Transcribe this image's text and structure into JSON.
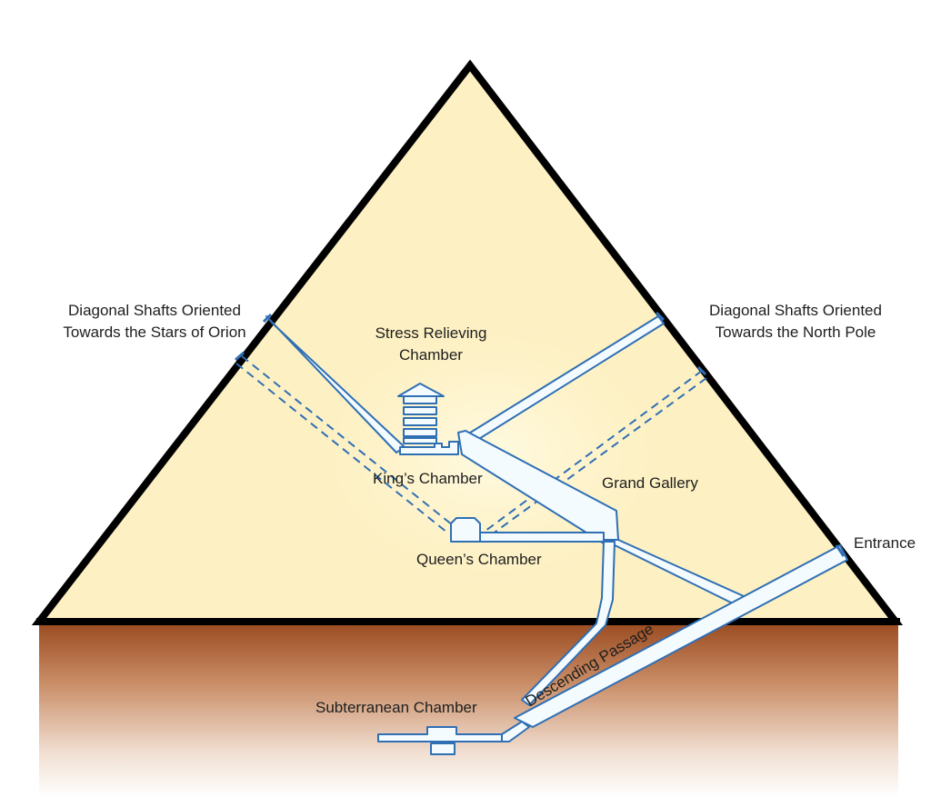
{
  "labels": {
    "orion_shafts": [
      "Diagonal Shafts Oriented",
      "Towards the Stars of Orion"
    ],
    "north_shafts": [
      "Diagonal Shafts Oriented",
      "Towards the North Pole"
    ],
    "stress_chamber": [
      "Stress Relieving",
      "Chamber"
    ],
    "kings_chamber": "King’s Chamber",
    "grand_gallery": "Grand Gallery",
    "queens_chamber": "Queen’s Chamber",
    "entrance": "Entrance",
    "subterranean_chamber": "Subterranean Chamber",
    "descending_passage": "Descending Passage"
  },
  "colors": {
    "pyramid_fill": "#fdf0c2",
    "pyramid_glow": "#fff9d8",
    "pyramid_outline": "#000000",
    "ground_top": "#9a4a1f",
    "ground_bottom": "#ffffff",
    "passage_fill": "#f4fbff",
    "passage_stroke": "#2f6fb4"
  }
}
